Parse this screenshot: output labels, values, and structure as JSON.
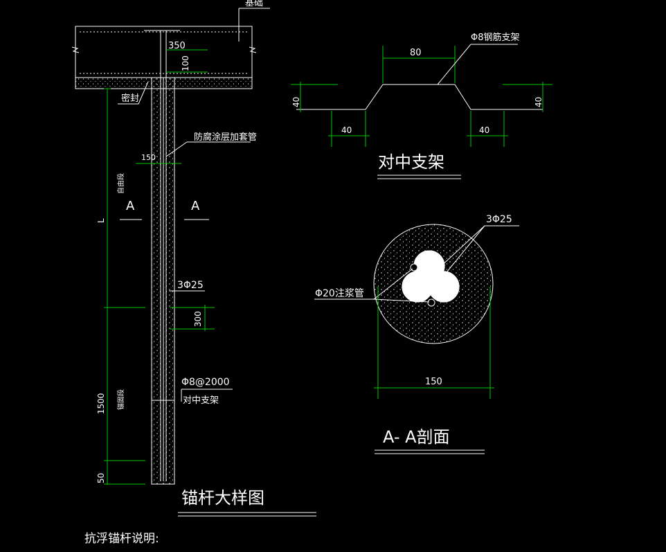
{
  "anchor_detail": {
    "title": "锚杆大样图",
    "foundation_label": "基础",
    "seal_label": "密封",
    "casing_label": "防腐涂层加套管",
    "dims": {
      "d350": "350",
      "d100": "100",
      "d150": "150",
      "d300": "300",
      "d1500": "1500",
      "d50": "50",
      "L": "L"
    },
    "free_segment_label": "自由段",
    "anchor_segment_label": "锚固段",
    "section_marks": [
      "A",
      "A"
    ],
    "bar_label": "3Φ25",
    "stirrup_label": "Φ8@2000",
    "centering_label": "对中支架"
  },
  "centering_bracket": {
    "title": "对中支架",
    "bar_label": "Φ8钢筋支架",
    "dims": {
      "top": "80",
      "left_h": "40",
      "right_h": "40",
      "left_w": "40",
      "right_w": "40"
    }
  },
  "section_aa": {
    "title": "A- A剖面",
    "bar_label": "3Φ25",
    "grout_label": "Φ20注浆管",
    "diameter": "150"
  },
  "notes": {
    "heading": "抗浮锚杆说明:"
  },
  "colors": {
    "background": "#000000",
    "line": "#ffffff",
    "dimension": "#00c800"
  }
}
